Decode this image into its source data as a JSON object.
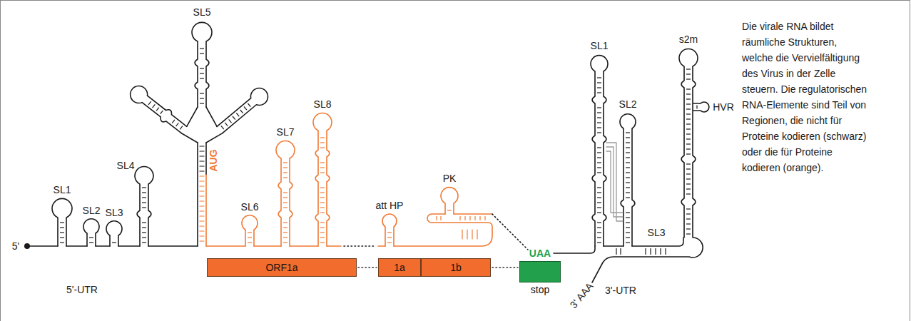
{
  "diagram": {
    "caption": "Die virale RNA bildet räumliche Strukturen, welche die Vervielfältigung des Virus in der Zelle steuern. Die regulatorischen RNA-Elemente sind Teil von Regionen, die nicht für Proteine kodieren (schwarz) oder die für Proteine kodieren (orange).",
    "nodes": [
      {
        "text": [
          "ORF1a"
        ]
      },
      {
        "text": [
          "1a"
        ]
      },
      {
        "text": [
          "1b"
        ]
      },
      {
        "text": [
          "stop"
        ]
      }
    ],
    "edges": [
      {
        "from": 0,
        "to": 1,
        "arrow": "none"
      },
      {
        "from": 2,
        "to": 3,
        "arrow": "none"
      }
    ],
    "labels": [
      "SL1",
      "SL2",
      "SL3",
      "SL4",
      "SL5",
      "AUG",
      "SL6",
      "SL7",
      "SL8",
      "att HP",
      "PK",
      "UAA",
      "5'",
      "5'-UTR",
      "SL1",
      "SL2",
      "SL3",
      "s2m",
      "HVR",
      "3' AAA",
      "3'-UTR"
    ]
  }
}
